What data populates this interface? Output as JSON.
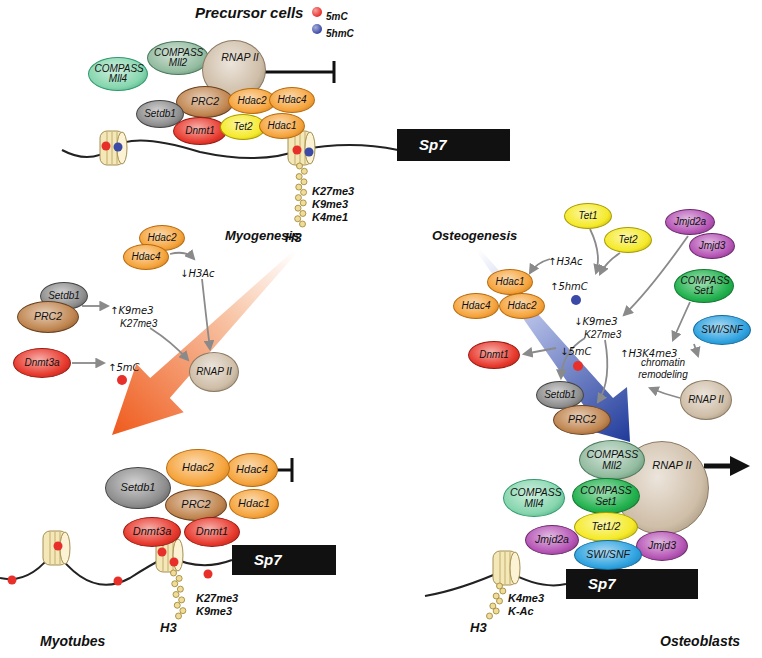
{
  "diagram": {
    "nodes": [
      {
        "text": [
          "COMPASS Mll4"
        ]
      },
      {
        "text": [
          "COMPASS Mll2"
        ]
      },
      {
        "text": [
          "RNAP II"
        ]
      },
      {
        "text": [
          "PRC2"
        ]
      },
      {
        "text": [
          "Hdac2"
        ]
      },
      {
        "text": [
          "Hdac4"
        ]
      },
      {
        "text": [
          "Setdb1"
        ]
      },
      {
        "text": [
          "Dnmt1"
        ]
      },
      {
        "text": [
          "Tet2"
        ]
      },
      {
        "text": [
          "Hdac1"
        ]
      },
      {
        "text": [
          "Sp7"
        ]
      },
      {
        "text": [
          "Hdac2"
        ]
      },
      {
        "text": [
          "Hdac4"
        ]
      },
      {
        "text": [
          "Setdb1"
        ]
      },
      {
        "text": [
          "PRC2"
        ]
      },
      {
        "text": [
          "Dnmt3a"
        ]
      },
      {
        "text": [
          "RNAP II"
        ]
      },
      {
        "text": [
          "Tet1"
        ]
      },
      {
        "text": [
          "Tet2"
        ]
      },
      {
        "text": [
          "Jmjd2a"
        ]
      },
      {
        "text": [
          "Jmjd3"
        ]
      },
      {
        "text": [
          "Hdac1"
        ]
      },
      {
        "text": [
          "Hdac4"
        ]
      },
      {
        "text": [
          "Hdac2"
        ]
      },
      {
        "text": [
          "COMPASS Set1"
        ]
      },
      {
        "text": [
          "SWI/SNF"
        ]
      },
      {
        "text": [
          "Dnmt1"
        ]
      },
      {
        "text": [
          "RNAP II"
        ]
      },
      {
        "text": [
          "Setdb1"
        ]
      },
      {
        "text": [
          "PRC2"
        ]
      },
      {
        "text": [
          "Setdb1"
        ]
      },
      {
        "text": [
          "Hdac2"
        ]
      },
      {
        "text": [
          "Hdac4"
        ]
      },
      {
        "text": [
          "PRC2"
        ]
      },
      {
        "text": [
          "Hdac1"
        ]
      },
      {
        "text": [
          "Dnmt3a"
        ]
      },
      {
        "text": [
          "Dnmt1"
        ]
      },
      {
        "text": [
          "Sp7"
        ]
      },
      {
        "text": [
          "COMPASS Mll2"
        ]
      },
      {
        "text": [
          "COMPASS Mll4"
        ]
      },
      {
        "text": [
          "RNAP II"
        ]
      },
      {
        "text": [
          "COMPASS Set1"
        ]
      },
      {
        "text": [
          "Tet1/2"
        ]
      },
      {
        "text": [
          "Jmjd2a"
        ]
      },
      {
        "text": [
          "Jmjd3"
        ]
      },
      {
        "text": [
          "SWI/SNF"
        ]
      },
      {
        "text": [
          "Sp7"
        ]
      }
    ],
    "labels": [
      "Precursor cells",
      "K27me3",
      "K9me3",
      "K4me1",
      "H3",
      "Myogenesis",
      "Osteogenesis",
      "↑K9me3",
      "K27me3",
      "↓H3Ac",
      "↑5mC",
      "↑H3Ac",
      "↑5hmC",
      "↓K9me3",
      "K27me3",
      "↓5mC",
      "↑H3K4me3",
      "chromatin remodeling",
      "K27me3",
      "K9me3",
      "H3",
      "Myotubes",
      "K4me3",
      "K-Ac",
      "H3",
      "Osteoblasts"
    ],
    "legend": [
      {
        "text": "5mC",
        "color": "#e8302a"
      },
      {
        "text": "5hmC",
        "color": "#3b4aa6"
      }
    ]
  }
}
